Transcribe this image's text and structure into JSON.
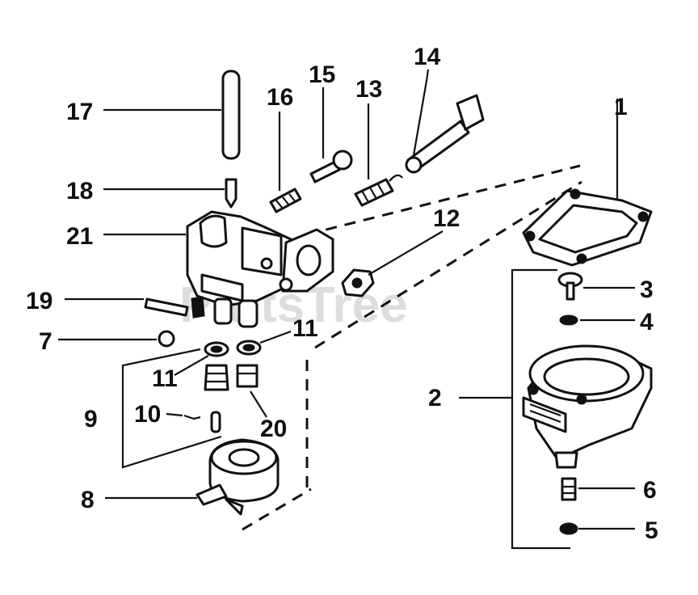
{
  "watermark": "PartsTree",
  "callouts": {
    "c1": "1",
    "c2": "2",
    "c3": "3",
    "c4": "4",
    "c5": "5",
    "c6": "6",
    "c7": "7",
    "c8": "8",
    "c9": "9",
    "c10": "10",
    "c11a": "11",
    "c11b": "11",
    "c12": "12",
    "c13": "13",
    "c14": "14",
    "c15": "15",
    "c16": "16",
    "c17": "17",
    "c18": "18",
    "c19": "19",
    "c20": "20",
    "c21": "21"
  }
}
